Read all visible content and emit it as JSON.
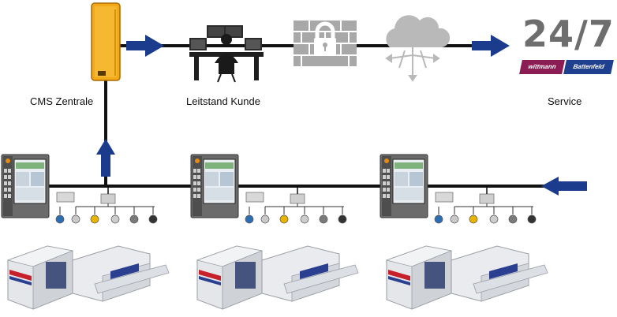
{
  "labels": {
    "cms": "CMS Zentrale",
    "leitstand": "Leitstand Kunde",
    "service": "Service",
    "hours": "24/7"
  },
  "logo": {
    "left": "wittmann",
    "right": "Battenfeld",
    "left_color": "#8b1d54",
    "right_color": "#1f3f8f"
  },
  "colors": {
    "arrow": "#1b3c8c",
    "line": "#111111",
    "cabinet": "#f2a818",
    "cloud": "#b9b9b9",
    "firewall": "#a8a8a8"
  },
  "icons": [
    "cms-cabinet-icon",
    "operator-workstation-icon",
    "firewall-lock-icon",
    "cloud-icon",
    "machine-controller-icon",
    "injection-molding-machine-icon",
    "sensor-icon"
  ]
}
